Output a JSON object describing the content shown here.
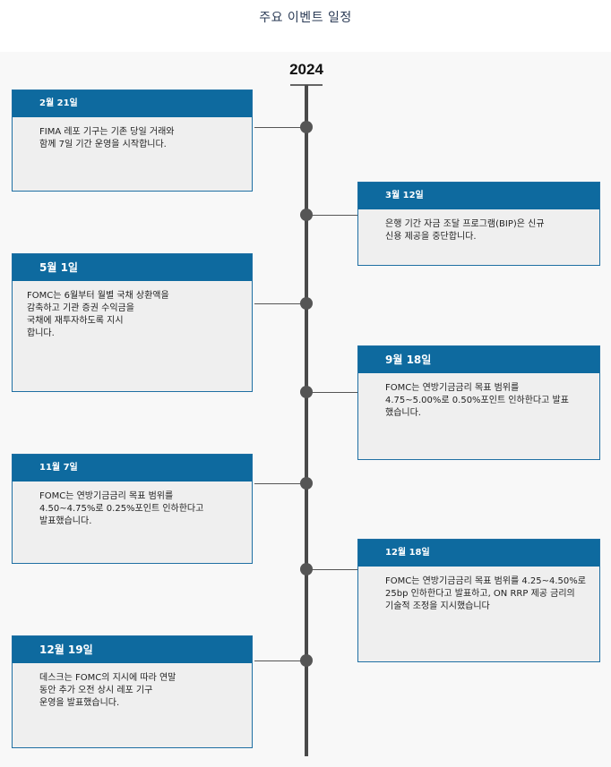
{
  "title": "주요 이벤트 일정",
  "year": "2024",
  "events": [
    {
      "date": "2월 21일",
      "text": "FIMA 레포 기구는 기존 당일 거래와\n함께 7일 기간 운영을 시작합니다."
    },
    {
      "date": "3월 12일",
      "text": "은행 기간 자금 조달 프로그램(BIP)은 신규\n신용 제공을 중단합니다."
    },
    {
      "date": "5월 1일",
      "text": "FOMC는 6월부터 월별 국채 상환액을\n감축하고 기관 증권 수익금을\n국채에 재투자하도록 지시\n합니다."
    },
    {
      "date": "9월 18일",
      "text": "FOMC는 연방기금금리 목표 범위를\n4.75~5.00%로 0.50%포인트 인하한다고 발표\n했습니다."
    },
    {
      "date": "11월 7일",
      "text": "FOMC는 연방기금금리 목표 범위를\n4.50~4.75%로 0.25%포인트 인하한다고\n발표했습니다."
    },
    {
      "date": "12월 18일",
      "text": "FOMC는 연방기금금리 목표 범위를 4.25~4.50%로\n25bp 인하한다고 발표하고, ON RRP 제공 금리의\n기술적 조정을 지시했습니다"
    },
    {
      "date": "12월 19일",
      "text": "데스크는 FOMC의 지시에 따라 연말\n동안 추가 오전 상시 레포 기구\n운영을 발표했습니다."
    }
  ]
}
